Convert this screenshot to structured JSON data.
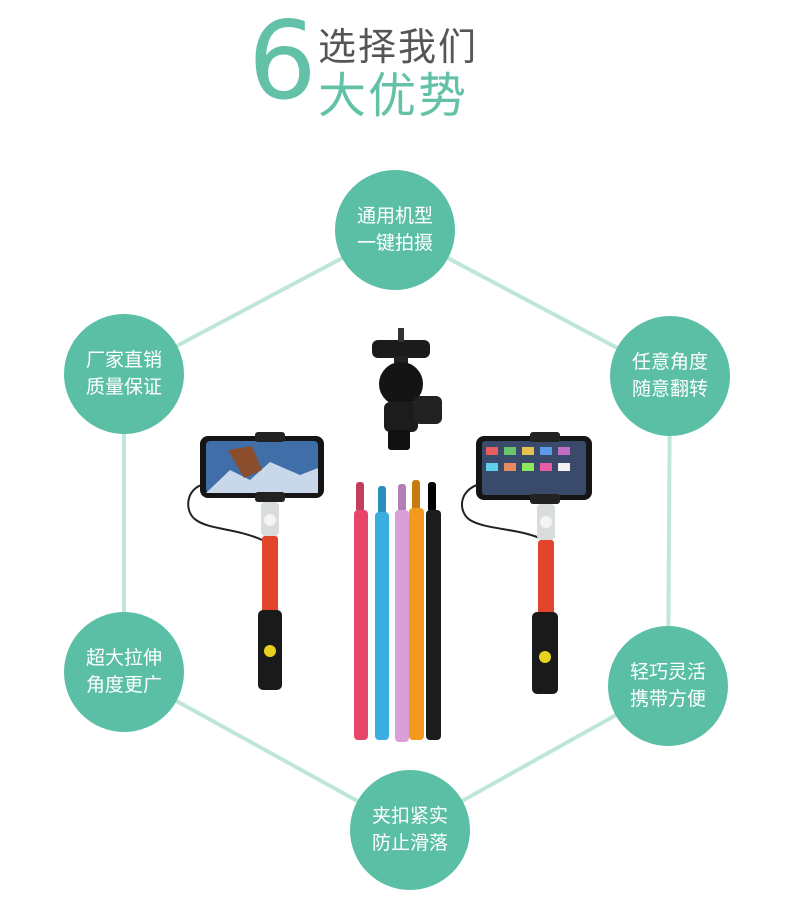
{
  "header": {
    "number": "6",
    "line1": "选择我们",
    "line2": "大优势"
  },
  "features": [
    {
      "line1": "通用机型",
      "line2": "一键拍摄"
    },
    {
      "line1": "厂家直销",
      "line2": "质量保证"
    },
    {
      "line1": "任意角度",
      "line2": "随意翻转"
    },
    {
      "line1": "超大拉伸",
      "line2": "角度更广"
    },
    {
      "line1": "轻巧灵活",
      "line2": "携带方便"
    },
    {
      "line1": "夹扣紧实",
      "line2": "防止滑落"
    }
  ],
  "colors": {
    "accent": "#5bbfa5",
    "heading_gray": "#555555",
    "pole_red": "#e2452b",
    "pole_colors": [
      "#e8456a",
      "#3aaee0",
      "#d9a0d8",
      "#f39a1e",
      "#1c1c1c"
    ]
  }
}
